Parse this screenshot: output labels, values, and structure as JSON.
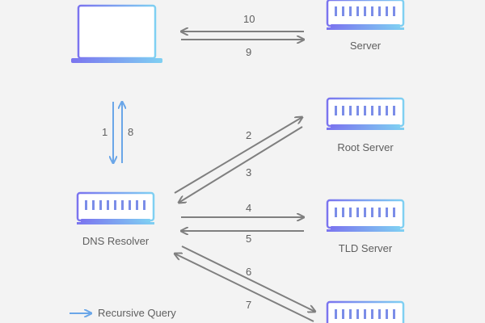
{
  "nodes": {
    "server": "Server",
    "root_server": "Root Server",
    "dns_resolver": "DNS Resolver",
    "tld_server": "TLD Server"
  },
  "steps": {
    "s1": "1",
    "s2": "2",
    "s3": "3",
    "s4": "4",
    "s5": "5",
    "s6": "6",
    "s7": "7",
    "s8": "8",
    "s9": "9",
    "s10": "10"
  },
  "legend": {
    "recursive_query": "Recursive Query"
  },
  "colors": {
    "background": "#f3f3f3",
    "arrow_gray": "#7f7f7f",
    "recursive_blue": "#6aa6e8",
    "device_gradient_start": "#7b74ef",
    "device_gradient_end": "#7fd0f2"
  }
}
